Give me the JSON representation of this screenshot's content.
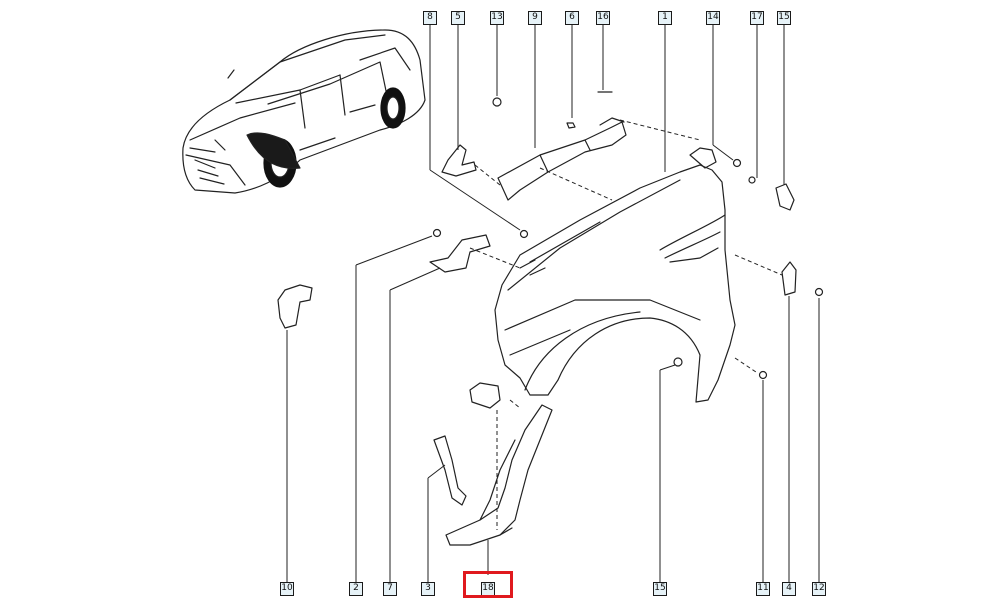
{
  "callouts": {
    "c1": "1",
    "c2": "2",
    "c3": "3",
    "c4": "4",
    "c5": "5",
    "c6": "6",
    "c7": "7",
    "c8": "8",
    "c9": "9",
    "c10": "10",
    "c11": "11",
    "c12": "12",
    "c13": "13",
    "c14": "14",
    "c15": "15",
    "c15b": "15",
    "c16": "16",
    "c17": "17",
    "c18": "18"
  },
  "highlight": {
    "part": "18",
    "color": "#e0191e"
  },
  "colors": {
    "line": "#1a1a1a",
    "callout_fill": "#e6f2f7",
    "highlight": "#e0191e"
  }
}
